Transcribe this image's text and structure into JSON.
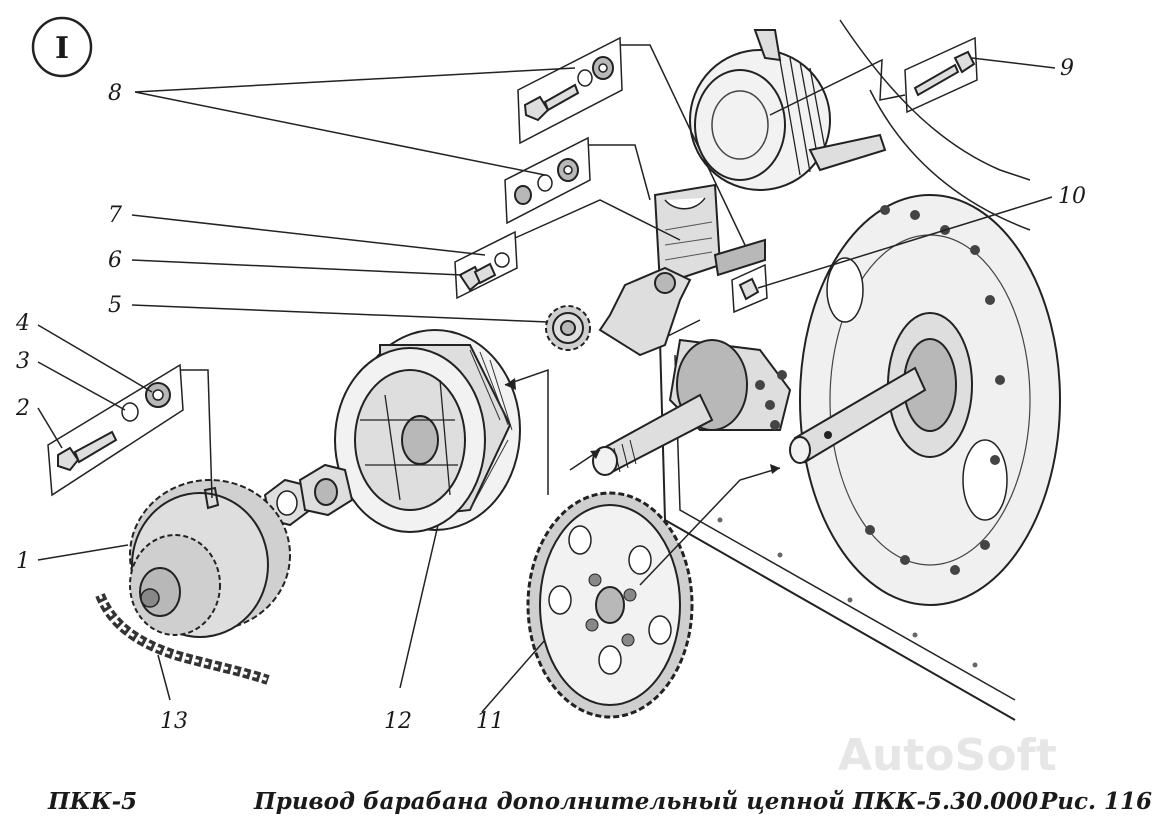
{
  "drawing": {
    "view_label": "I",
    "callouts": [
      "1",
      "2",
      "3",
      "4",
      "5",
      "6",
      "7",
      "8",
      "9",
      "10",
      "11",
      "12",
      "13"
    ],
    "watermark": "AutoSoft"
  },
  "footer": {
    "model": "ПКК-5",
    "title": "Привод барабана дополнительный цепной ПКК-5.30.000",
    "figure": "Рис.  116"
  }
}
